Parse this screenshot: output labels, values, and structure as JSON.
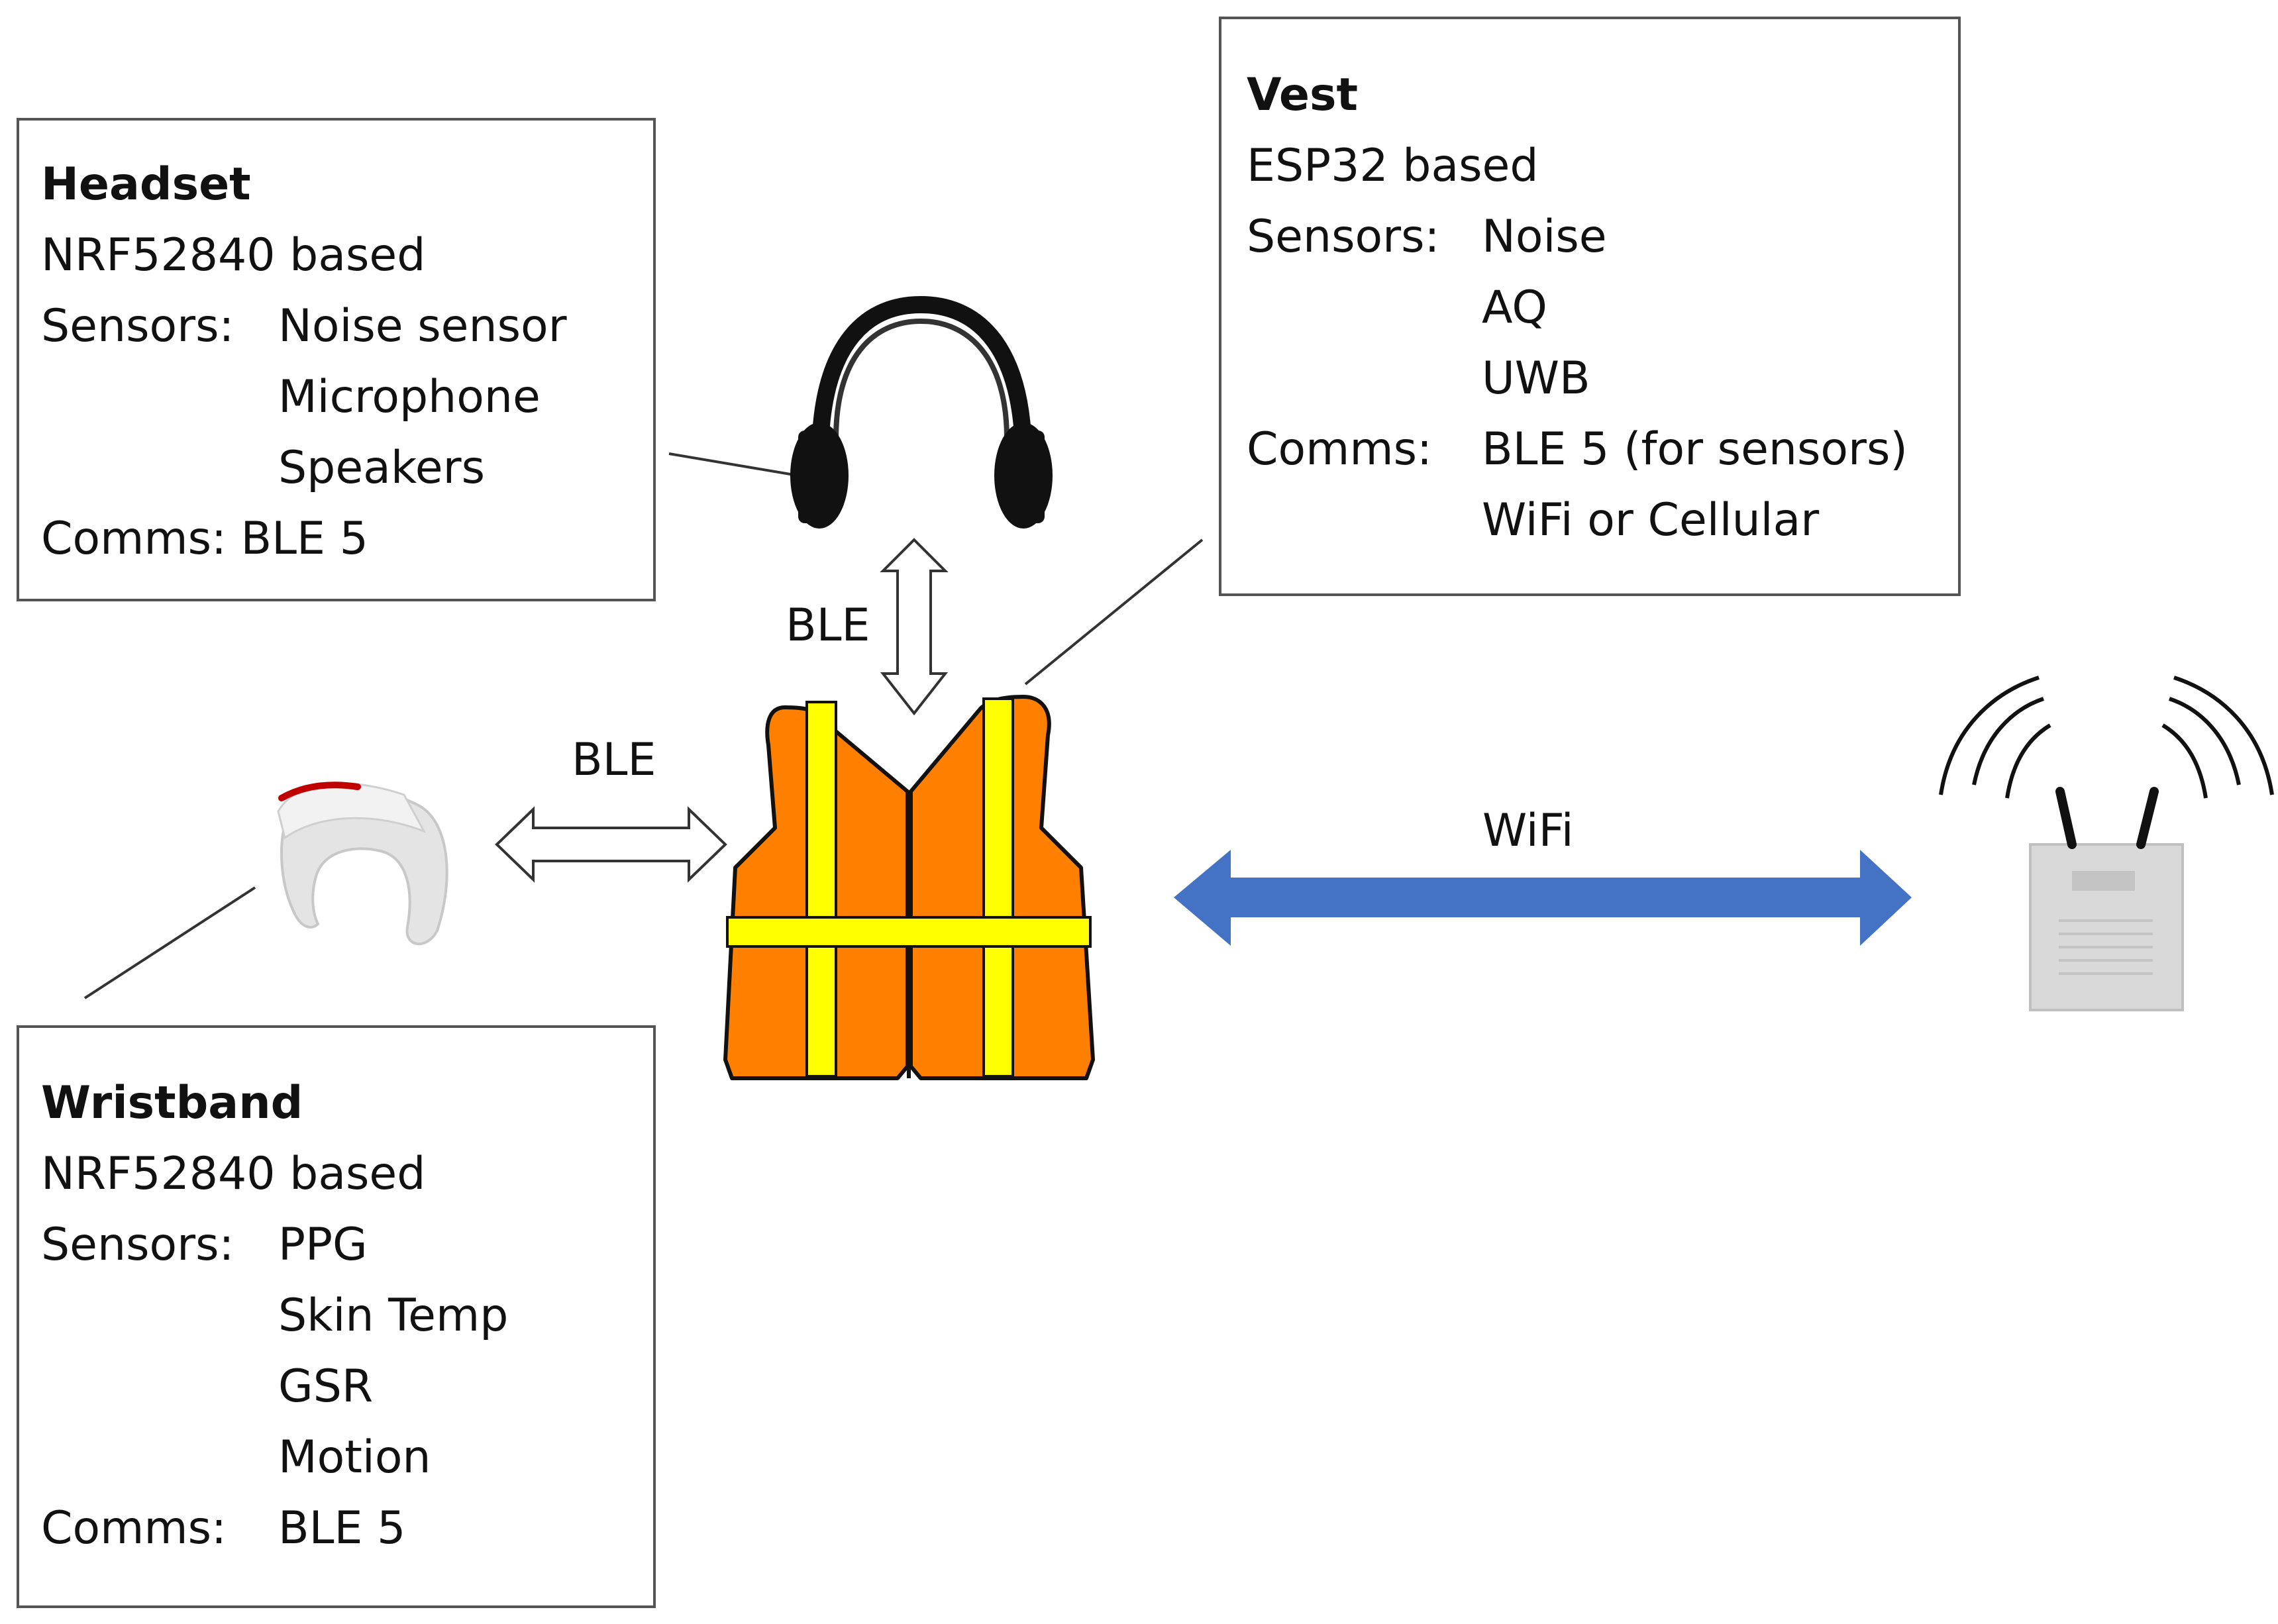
{
  "headset": {
    "title": "Headset",
    "chip": "NRF52840 based",
    "sensors_label": "Sensors:",
    "sensors": [
      "Noise sensor",
      "Microphone",
      "Speakers"
    ],
    "comms": "Comms: BLE 5"
  },
  "vest": {
    "title": "Vest",
    "chip": "ESP32 based",
    "sensors_label": "Sensors:",
    "sensors": [
      "Noise",
      "AQ",
      "UWB"
    ],
    "comms_label": "Comms:",
    "comms": [
      "BLE 5 (for sensors)",
      "WiFi or Cellular"
    ]
  },
  "wristband": {
    "title": "Wristband",
    "chip": "NRF52840 based",
    "sensors_label": "Sensors:",
    "sensors": [
      "PPG",
      "Skin Temp",
      "GSR",
      "Motion"
    ],
    "comms_label": "Comms:",
    "comms": "BLE 5"
  },
  "links": {
    "headset_vest": "BLE",
    "wristband_vest": "BLE",
    "vest_ap": "WiFi"
  },
  "colors": {
    "vest_orange": "#ff7f00",
    "vest_stripe": "#ffff00",
    "wifi_arrow": "#4472c4",
    "box_border": "#555555"
  },
  "icons": [
    "headphones-icon",
    "safety-vest-icon",
    "wristband-device-icon",
    "wireless-access-point-icon"
  ]
}
